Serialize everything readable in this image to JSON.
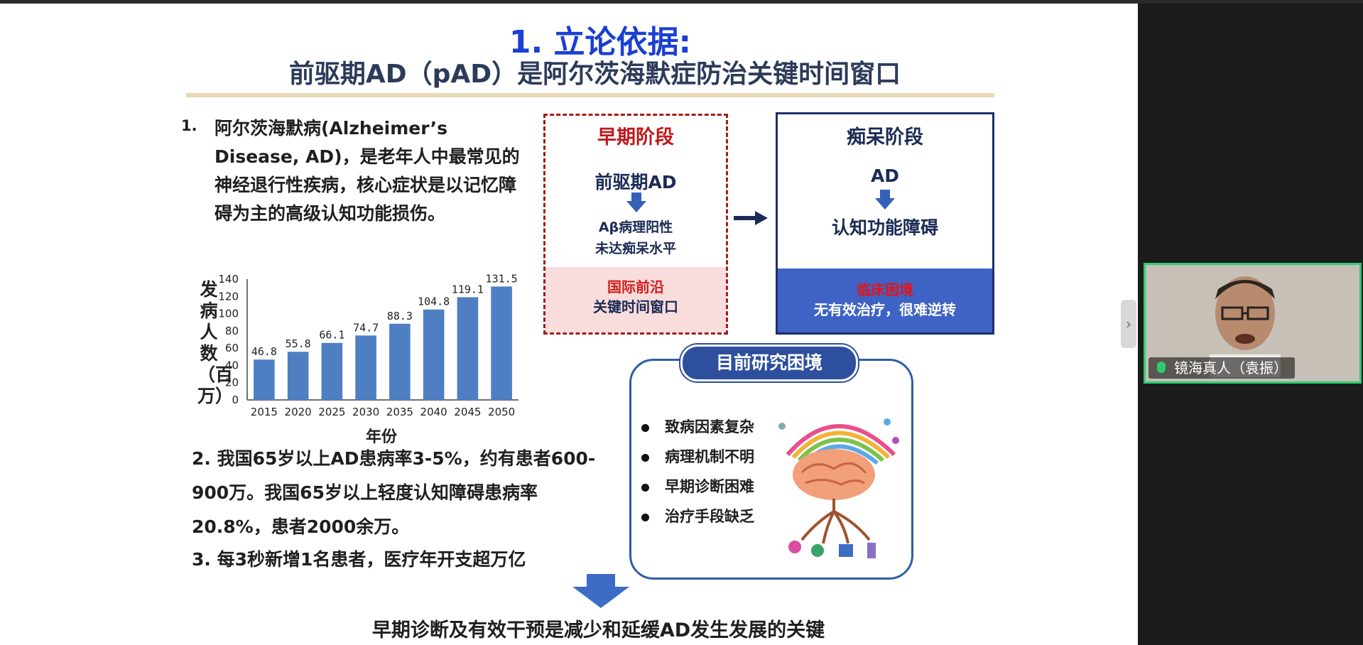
{
  "slide": {
    "title": "1. 立论依据:",
    "subtitle": "前驱期AD（pAD）是阿尔茨海默症防治关键时间窗口",
    "point1_number": "1.",
    "point1_text": "阿尔茨海默病(Alzheimer’s Disease, AD)，是老年人中最常见的神经退行性疾病，核心症状是以记忆障碍为主的高级认知功能损伤。",
    "point2_text": "2. 我国65岁以上AD患病率3-5%，约有患者600-900万。我国65岁以上轻度认知障碍患病率20.8%，患者2000余万。",
    "point3_text": "3. 每3秒新增1名患者，医疗年开支超万亿",
    "early_stage": {
      "header": "早期阶段",
      "stage": "前驱期AD",
      "detail_line1": "Aβ病理阳性",
      "detail_line2": "未达痴呆水平",
      "footer_line1": "国际前沿",
      "footer_line2": "关键时间窗口"
    },
    "dementia_stage": {
      "header": "痴呆阶段",
      "stage": "AD",
      "result": "认知功能障碍",
      "footer_line1": "临床困境",
      "footer_line2": "无有效治疗，很难逆转"
    },
    "research": {
      "title": "目前研究困境",
      "items": [
        "致病因素复杂",
        "病理机制不明",
        "早期诊断困难",
        "治疗手段缺乏"
      ]
    },
    "conclusion": "早期诊断及有效干预是减少和延缓AD发生发展的关键"
  },
  "chart_data": {
    "type": "bar",
    "categories": [
      "2015",
      "2020",
      "2025",
      "2030",
      "2035",
      "2040",
      "2045",
      "2050"
    ],
    "values": [
      46.8,
      55.8,
      66.1,
      74.7,
      88.3,
      104.8,
      119.1,
      131.5
    ],
    "value_labels": [
      "46.8",
      "55.8",
      "66.1",
      "74.7",
      "88.3",
      "104.8",
      "119.1",
      "131.5"
    ],
    "xlabel": "年份",
    "ylabel": "发病人数（百万）",
    "ylim": [
      0,
      140
    ],
    "yticks": [
      "0",
      "20",
      "40",
      "60",
      "80",
      "100",
      "120",
      "140"
    ],
    "bar_color": "#4f7fc3",
    "grid": false
  },
  "video": {
    "participant_name": "镜海真人（袁振）"
  },
  "colors": {
    "title_blue": "#1b3fd1",
    "early_red": "#c0181c",
    "dementia_blue": "#3e63c4",
    "active_speaker_border": "#2ecc71"
  },
  "icons": {
    "side_handle": "chevron-right-icon",
    "mic": "microphone-icon"
  }
}
